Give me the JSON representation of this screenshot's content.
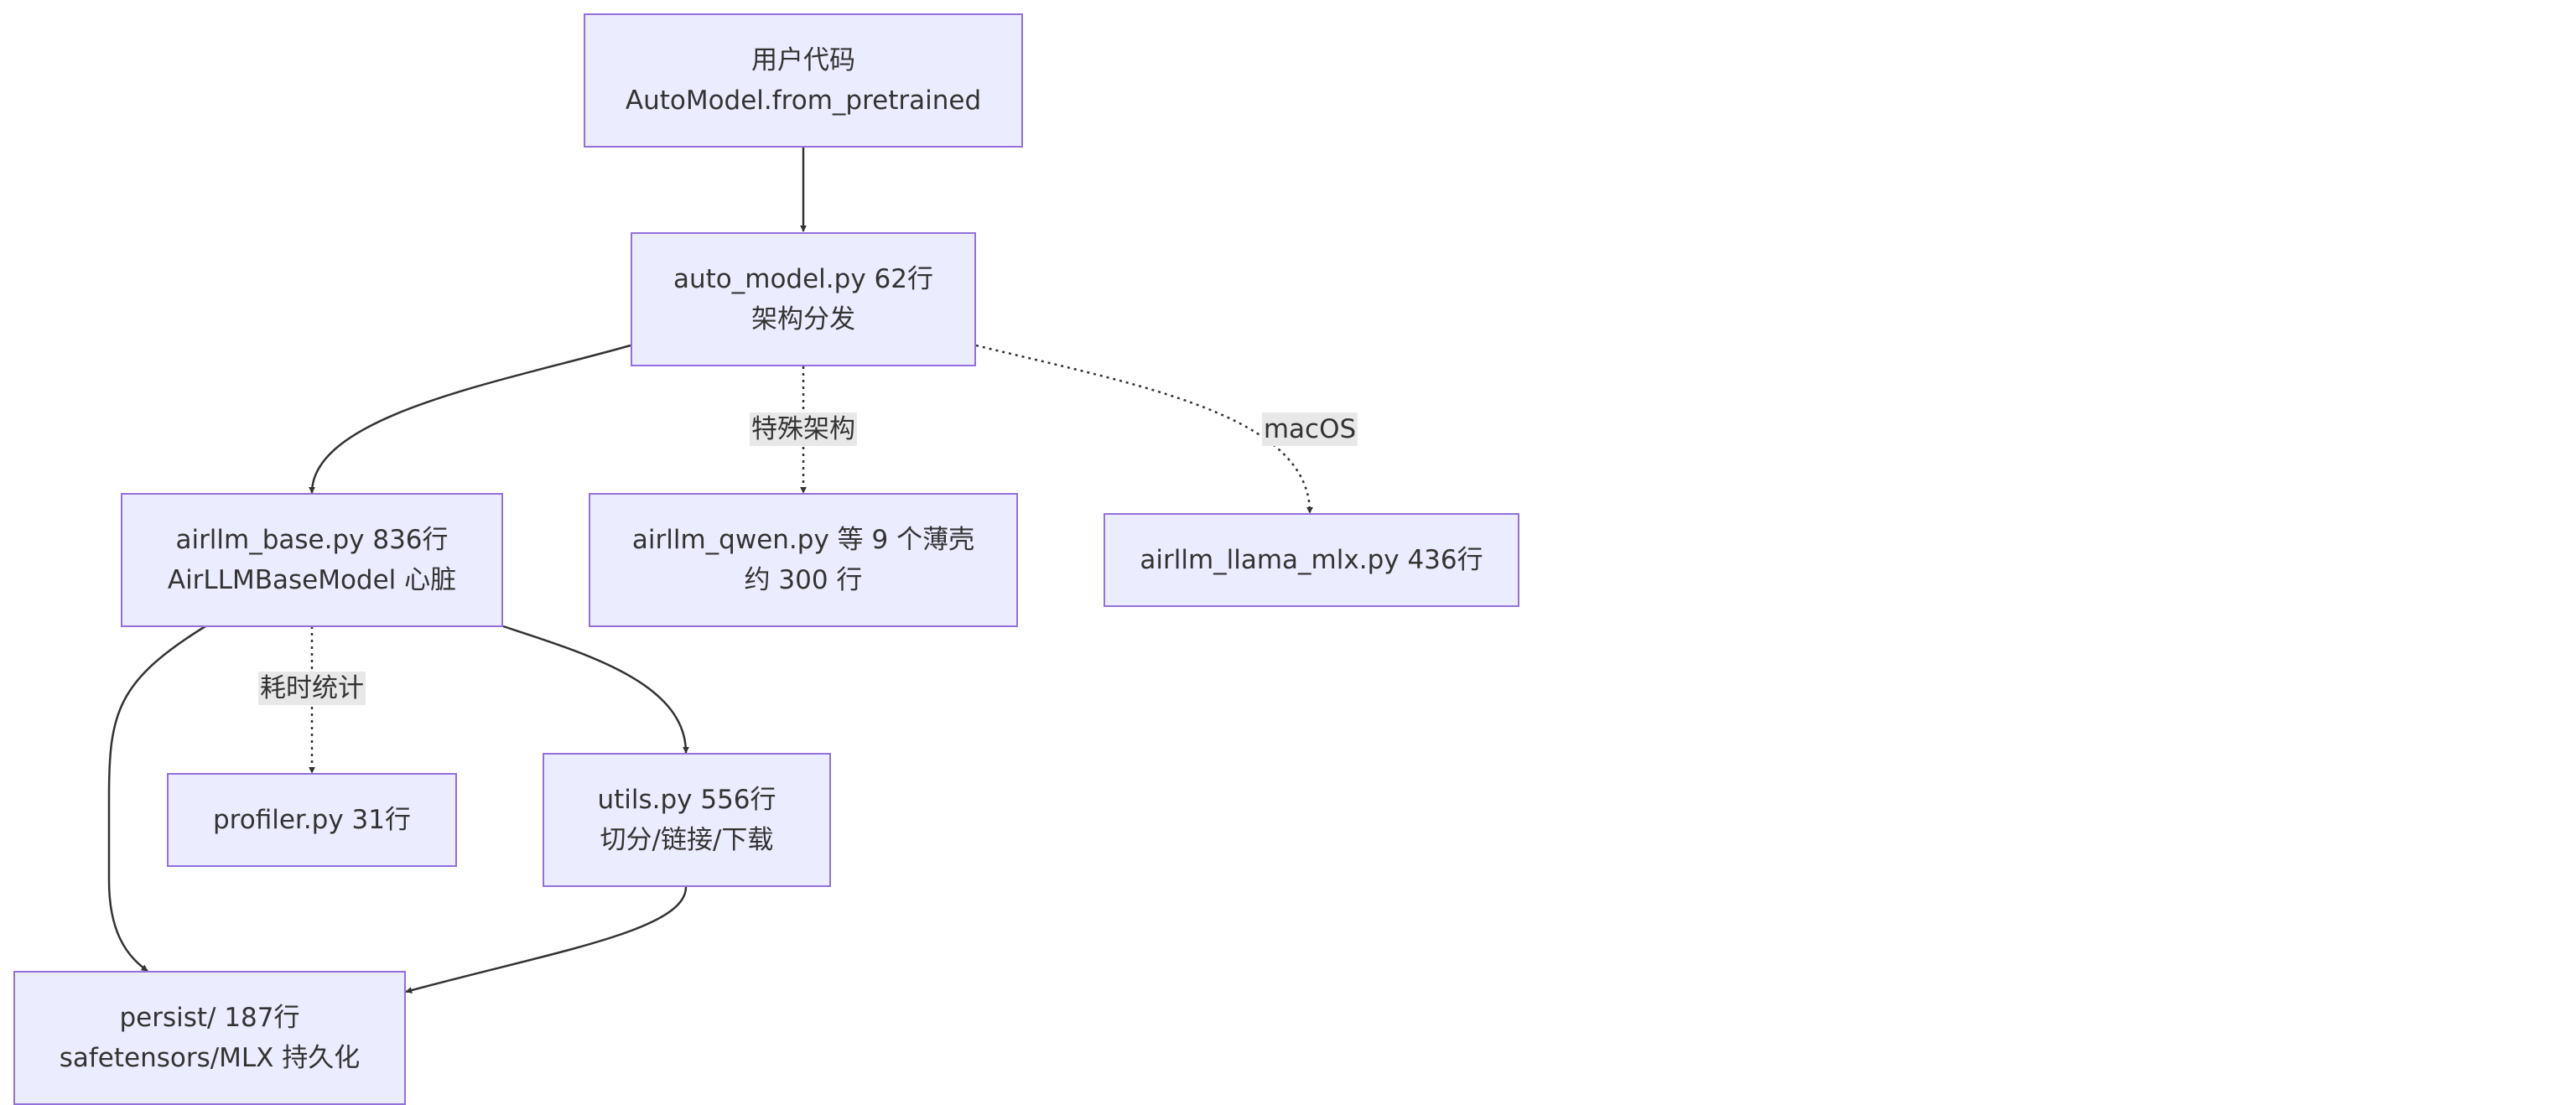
{
  "colors": {
    "node_fill": "#ececff",
    "node_border": "#9370db",
    "edge": "#333333",
    "text": "#333333",
    "label_background": "#e8e8e8"
  },
  "nodes": {
    "user_code": {
      "line1": "用户代码",
      "line2": "AutoModel.from_pretrained"
    },
    "auto_model": {
      "line1": "auto_model.py 62行",
      "line2": "架构分发"
    },
    "airllm_base": {
      "line1": "airllm_base.py 836行",
      "line2": "AirLLMBaseModel 心脏"
    },
    "airllm_qwen": {
      "line1": "airllm_qwen.py 等 9 个薄壳",
      "line2": "约 300 行"
    },
    "airllm_llama_mlx": {
      "line1": "airllm_llama_mlx.py 436行"
    },
    "profiler": {
      "line1": "profiler.py 31行"
    },
    "utils": {
      "line1": "utils.py 556行",
      "line2": "切分/链接/下载"
    },
    "persist": {
      "line1": "persist/ 187行",
      "line2": "safetensors/MLX 持久化"
    }
  },
  "edges": [
    {
      "from": "user_code",
      "to": "auto_model",
      "style": "solid",
      "label": ""
    },
    {
      "from": "auto_model",
      "to": "airllm_base",
      "style": "solid",
      "label": ""
    },
    {
      "from": "auto_model",
      "to": "airllm_qwen",
      "style": "dotted",
      "label": "特殊架构"
    },
    {
      "from": "auto_model",
      "to": "airllm_llama_mlx",
      "style": "dotted",
      "label": "macOS"
    },
    {
      "from": "airllm_base",
      "to": "profiler",
      "style": "dotted",
      "label": "耗时统计"
    },
    {
      "from": "airllm_base",
      "to": "utils",
      "style": "solid",
      "label": ""
    },
    {
      "from": "airllm_base",
      "to": "persist",
      "style": "solid",
      "label": ""
    },
    {
      "from": "utils",
      "to": "persist",
      "style": "solid",
      "label": ""
    }
  ]
}
